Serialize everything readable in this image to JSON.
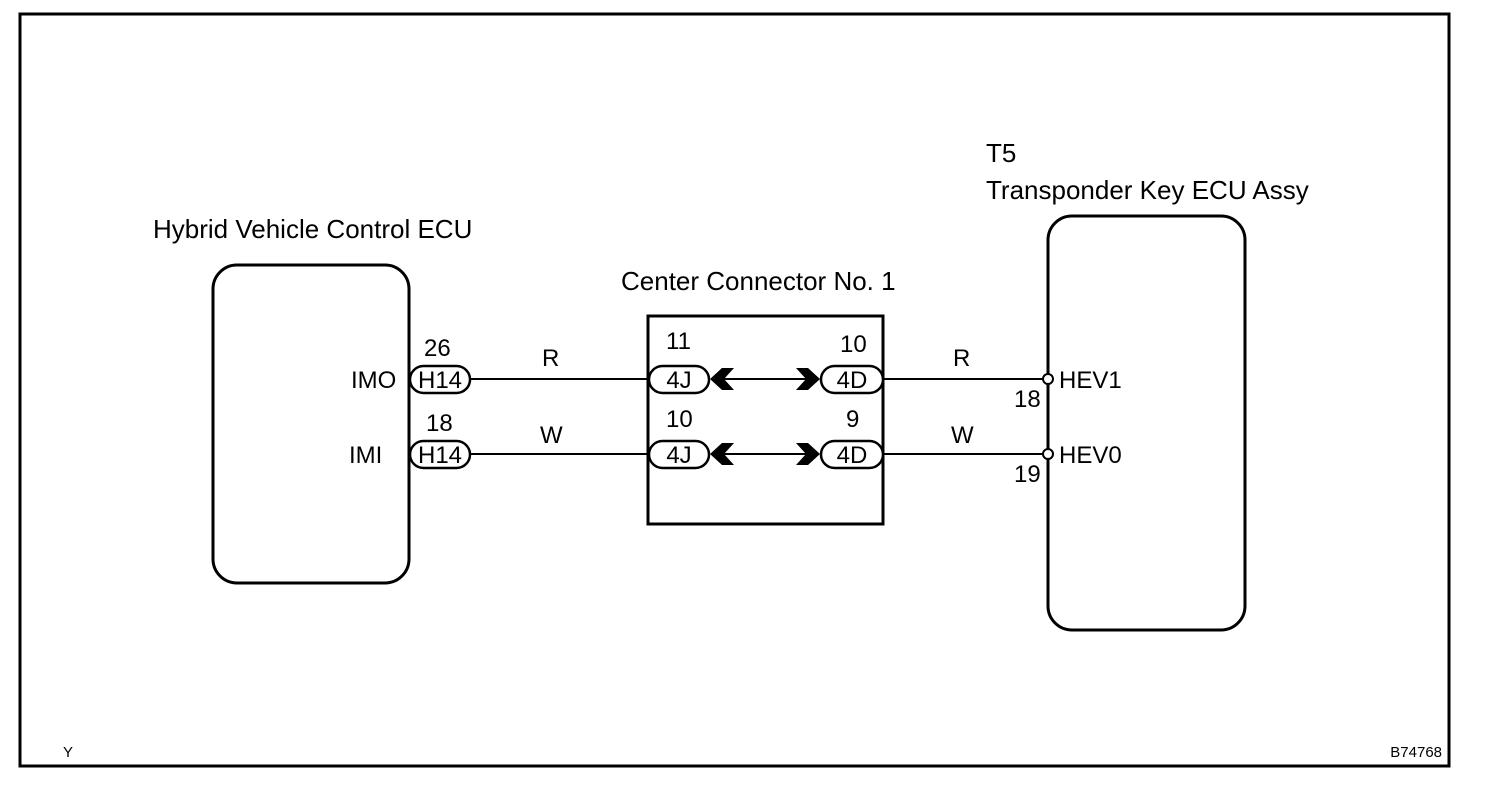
{
  "components": {
    "hv_ecu": {
      "name": "Hybrid Vehicle Control ECU"
    },
    "center_connector": {
      "name": "Center Connector No. 1"
    },
    "transponder_ecu": {
      "id": "T5",
      "name": "Transponder Key ECU Assy"
    }
  },
  "wires": [
    {
      "hv_signal": "IMO",
      "hv_pin": "26",
      "hv_connector": "H14",
      "color_left": "R",
      "cc_left_pin": "11",
      "cc_left_connector": "4J",
      "cc_right_pin": "10",
      "cc_right_connector": "4D",
      "color_right": "R",
      "tk_pin": "18",
      "tk_signal": "HEV1"
    },
    {
      "hv_signal": "IMI",
      "hv_pin": "18",
      "hv_connector": "H14",
      "color_left": "W",
      "cc_left_pin": "10",
      "cc_left_connector": "4J",
      "cc_right_pin": "9",
      "cc_right_connector": "4D",
      "color_right": "W",
      "tk_pin": "19",
      "tk_signal": "HEV0"
    }
  ],
  "footer": {
    "left_code": "Y",
    "figure_id": "B74768"
  }
}
